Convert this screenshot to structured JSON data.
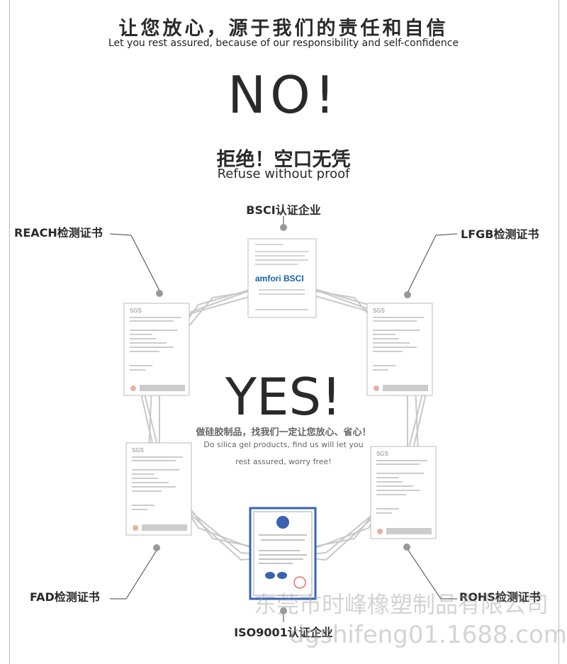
{
  "header": {
    "title_cn": "让您放心，源于我们的责任和自信",
    "title_en": "Let you rest assured, because of our responsibility and self-confidence",
    "no": "NO!",
    "refuse_cn": "拒绝！空口无凭",
    "refuse_en": "Refuse without proof"
  },
  "center": {
    "yes": "YES!",
    "line_cn": "做硅胶制品，找我们一定让您放心、省心！",
    "line_en1": "Do silica gel products, find us will let you",
    "line_en2": "rest assured, worry free!"
  },
  "certificates": {
    "bsci": "BSCI认证企业",
    "reach": "REACH检测证书",
    "lfgb": "LFGB检测证书",
    "fad": "FAD检测证书",
    "rohs": "ROHS检测证书",
    "iso": "ISO9001认证企业",
    "bsci_logo": "amfori BSCI",
    "sgs": "SGS"
  },
  "watermark": {
    "company": "东莞市时峰橡塑制品有限公司",
    "url": "dgshifeng01.1688.com"
  },
  "colors": {
    "text": "#2a2a2a",
    "amfori_blue": "#1a5fa8",
    "iso_border": "#3a63b0"
  }
}
